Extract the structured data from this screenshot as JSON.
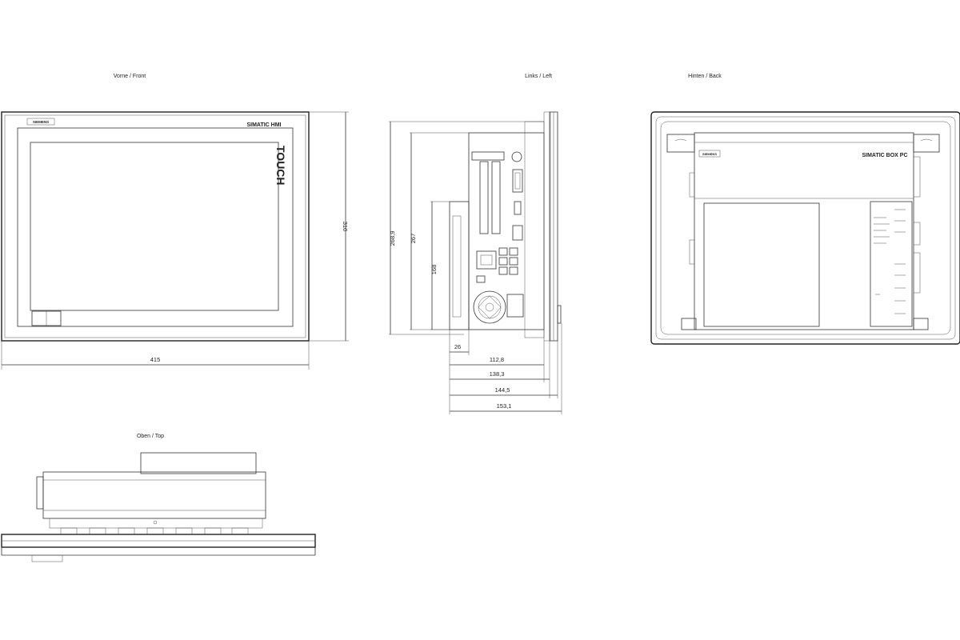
{
  "views": {
    "front": {
      "label": "Vorne / Front",
      "brand": "SIMATIC HMI",
      "touch": "TOUCH",
      "logo": "SIEMENS",
      "dim_width": "415",
      "dim_height": "310"
    },
    "left": {
      "label": "Links / Left",
      "dim_268": "268,9",
      "dim_267": "267",
      "dim_168": "168",
      "dim_26": "26",
      "dim_112": "112,8",
      "dim_138": "138,3",
      "dim_144": "144,5",
      "dim_153": "153,1"
    },
    "back": {
      "label": "Hinten / Back",
      "brand": "SIMATIC BOX PC",
      "logo": "SIEMENS"
    },
    "top": {
      "label": "Oben / Top"
    }
  }
}
